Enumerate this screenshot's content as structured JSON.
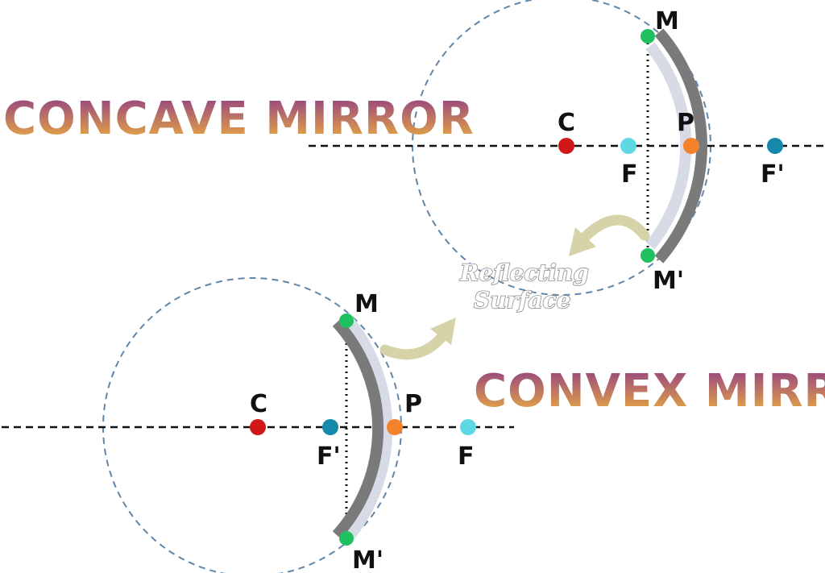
{
  "titles": {
    "concave": "CONCAVE MIRROR",
    "convex": "CONVEX MIRROR"
  },
  "concave": {
    "labels": {
      "M": "M",
      "M_prime": "M'",
      "C": "C",
      "F": "F",
      "P": "P",
      "F_prime": "F'"
    }
  },
  "convex": {
    "labels": {
      "M": "M",
      "M_prime": "M'",
      "C": "C",
      "F_prime": "F'",
      "P": "P",
      "F": "F"
    }
  },
  "annotation": {
    "line1": "Reflecting",
    "line2": "Surface"
  },
  "colors": {
    "title_top": "#8e3b86",
    "title_bottom": "#f0b43c",
    "center_point": "#d01818",
    "focus_point": "#5fd8e6",
    "focus_prime_point": "#1688aa",
    "pole_point": "#f4822a",
    "mirror_end_point": "#1fc060",
    "mirror_dark": "#7a7a7a",
    "mirror_light": "#d6dbe6",
    "arrow": "#d6d3a8",
    "circle": "#5f86a8"
  }
}
